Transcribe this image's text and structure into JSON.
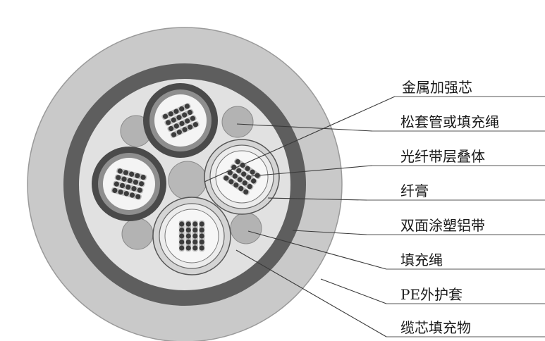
{
  "labels": [
    {
      "id": "metal-strength-member",
      "text": "金属加强芯"
    },
    {
      "id": "loose-tube-or-filler",
      "text": "松套管或填充绳"
    },
    {
      "id": "fiber-ribbon-stack",
      "text": "光纤带层叠体"
    },
    {
      "id": "fiber-gel",
      "text": "纤膏"
    },
    {
      "id": "aluminum-tape",
      "text": "双面涂塑铝带"
    },
    {
      "id": "filler-rope",
      "text": "填充绳"
    },
    {
      "id": "pe-sheath",
      "text": "PE外护套"
    },
    {
      "id": "core-filler",
      "text": "缆芯填充物"
    }
  ],
  "colors": {
    "sheath": "#c9c9c9",
    "armor": "#5e5e5e",
    "core": "#e1e1e1",
    "tube_wall": "#4a4a4a",
    "filler_rope": "#b3b3b3",
    "fiber_dot": "#3c3c3c",
    "ribbon": "#bdbdbd"
  }
}
